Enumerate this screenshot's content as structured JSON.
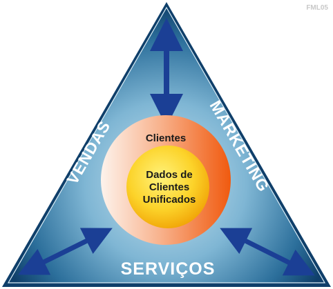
{
  "watermark": "FML05",
  "sides": {
    "left": "VENDAS",
    "right": "MARKETING",
    "bottom": "SERVIÇOS"
  },
  "outer_ring_label": "Clientes",
  "core_lines": [
    "Dados de",
    "Clientes",
    "Unificados"
  ],
  "colors": {
    "triangle_light": "#c9e3ef",
    "triangle_mid": "#4f97bd",
    "triangle_dark": "#0f3f6a",
    "arrow": "#1b3f95",
    "ring_light": "#fbe7da",
    "ring_dark": "#f26417",
    "core_light": "#ffef70",
    "core_dark": "#f1a507",
    "label": "#ffffff"
  }
}
